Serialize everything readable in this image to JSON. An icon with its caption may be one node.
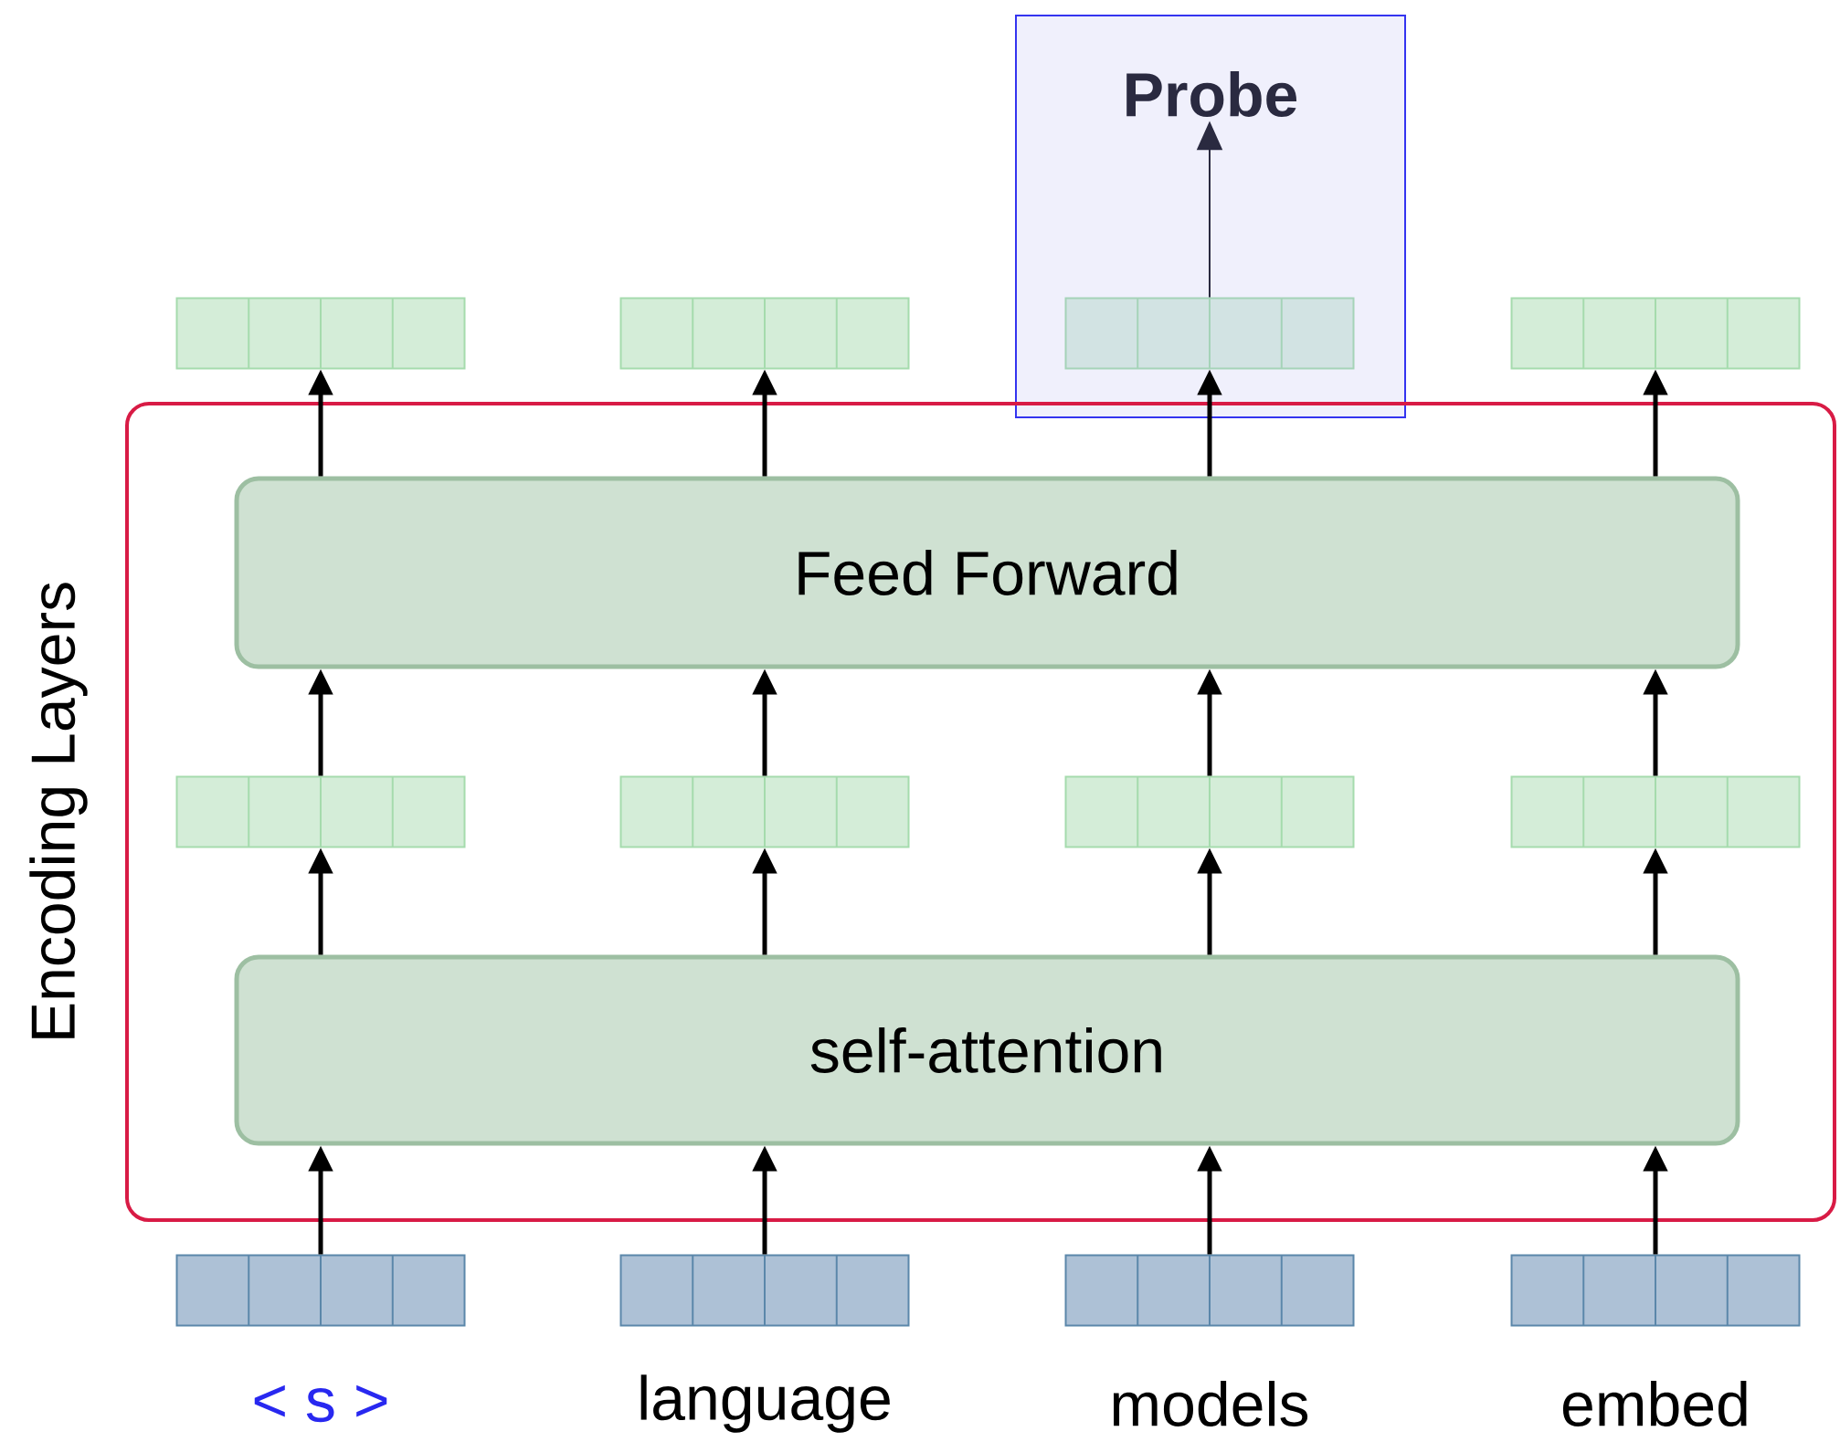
{
  "diagram": {
    "nodes": [
      {
        "text": [
          "Probe"
        ]
      },
      {
        "text": [],
        "shape": "box"
      },
      {
        "text": [],
        "shape": "box"
      },
      {
        "text": [],
        "shape": "box",
        "in": 0
      },
      {
        "text": [],
        "shape": "box"
      },
      {
        "text": [
          "Encoding Layers"
        ]
      },
      {
        "text": [
          "Feed Forward"
        ],
        "in": 5
      },
      {
        "text": [],
        "shape": "box",
        "in": 5
      },
      {
        "text": [],
        "shape": "box",
        "in": 5
      },
      {
        "text": [],
        "shape": "box",
        "in": 5
      },
      {
        "text": [],
        "shape": "box",
        "in": 5
      },
      {
        "text": [
          "self-attention"
        ],
        "in": 5
      },
      {
        "text": [],
        "shape": "box",
        "beside": [
          "< s >"
        ]
      },
      {
        "text": [],
        "shape": "box",
        "beside": [
          "language"
        ]
      },
      {
        "text": [],
        "shape": "box",
        "beside": [
          "models"
        ]
      },
      {
        "text": [],
        "shape": "box",
        "beside": [
          "embed"
        ]
      }
    ],
    "edges": [
      {
        "from": 3,
        "to": 0,
        "arrow": "to"
      },
      {
        "from": 6,
        "to": 1,
        "arrow": "to"
      },
      {
        "from": 6,
        "to": 2,
        "arrow": "to"
      },
      {
        "from": 6,
        "to": 3,
        "arrow": "to"
      },
      {
        "from": 6,
        "to": 4,
        "arrow": "to"
      },
      {
        "from": 7,
        "to": 6,
        "arrow": "to"
      },
      {
        "from": 8,
        "to": 6,
        "arrow": "to"
      },
      {
        "from": 9,
        "to": 6,
        "arrow": "to"
      },
      {
        "from": 10,
        "to": 6,
        "arrow": "to"
      },
      {
        "from": 11,
        "to": 7,
        "arrow": "to"
      },
      {
        "from": 11,
        "to": 8,
        "arrow": "to"
      },
      {
        "from": 11,
        "to": 9,
        "arrow": "to"
      },
      {
        "from": 11,
        "to": 10,
        "arrow": "to"
      },
      {
        "from": 12,
        "to": 11,
        "arrow": "to"
      },
      {
        "from": 13,
        "to": 11,
        "arrow": "to"
      },
      {
        "from": 14,
        "to": 11,
        "arrow": "to"
      },
      {
        "from": 15,
        "to": 11,
        "arrow": "to"
      }
    ]
  }
}
